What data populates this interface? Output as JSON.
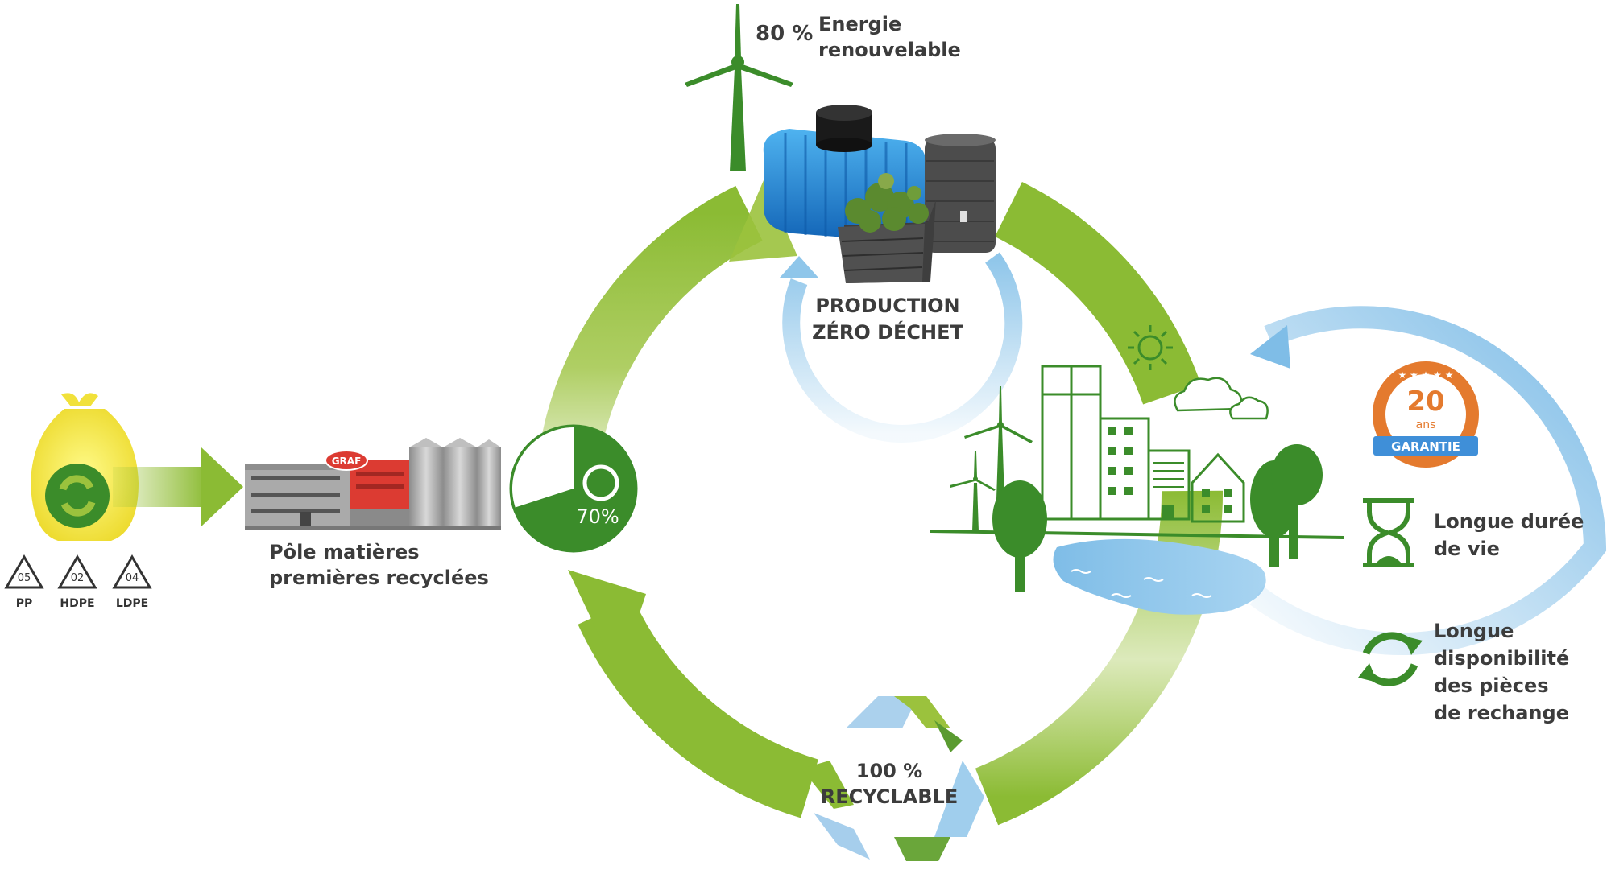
{
  "colors": {
    "green_light": "#9bc23d",
    "green_dark": "#3b8c2a",
    "blue": "#8fc6ea",
    "blue_dark": "#1d7fd0",
    "orange": "#e47a2e",
    "yellow_bag": "#f8ef4a",
    "factory_red": "#dc3b32",
    "text": "#3c3c3c"
  },
  "energy": {
    "percent": "80 %",
    "line1": "Energie",
    "line2": "renouvelable"
  },
  "production": {
    "line1": "PRODUCTION",
    "line2": "ZÉRO DÉCHET"
  },
  "recycled_share": {
    "label": "70%",
    "value": 70
  },
  "recyclable": {
    "line1": "100 %",
    "line2": "RECYCLABLE"
  },
  "factory": {
    "brand": "GRAF",
    "line1": "Pôle matières",
    "line2": "premières recyclées"
  },
  "resin_codes": [
    {
      "number": "05",
      "name": "PP"
    },
    {
      "number": "02",
      "name": "HDPE"
    },
    {
      "number": "04",
      "name": "LDPE"
    }
  ],
  "guarantee": {
    "years": "20",
    "unit": "ans",
    "label": "GARANTIE"
  },
  "benefits": [
    {
      "lines": [
        "Longue durée",
        "de vie"
      ],
      "icon": "hourglass-icon"
    },
    {
      "lines": [
        "Longue",
        "disponibilité",
        "des pièces",
        "de rechange"
      ],
      "icon": "recycle-arrows-icon"
    }
  ]
}
